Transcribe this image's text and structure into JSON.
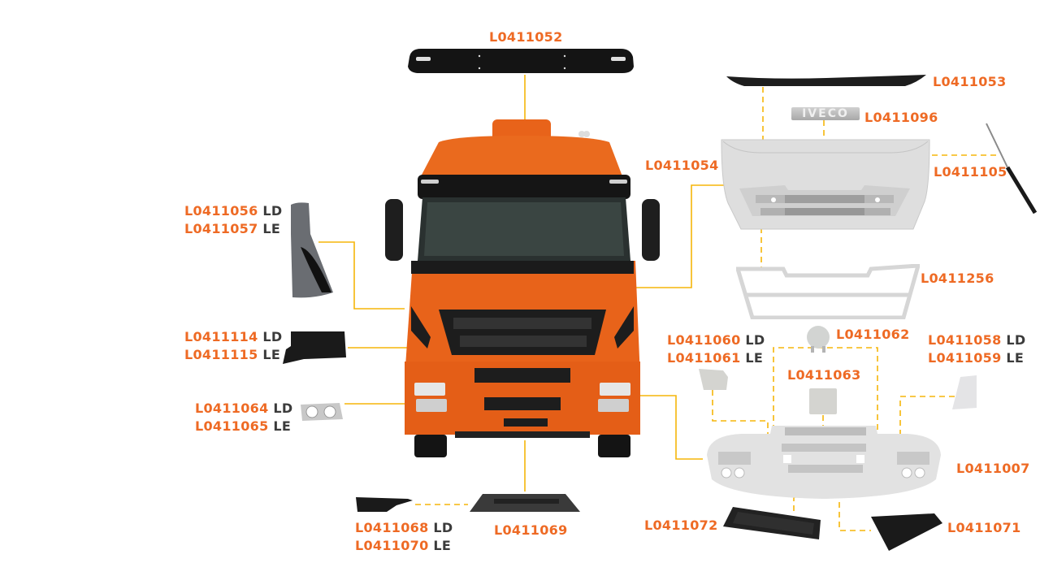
{
  "colors": {
    "part_code": "#ee6a24",
    "side_suffix": "#3b3b3b",
    "leader_line": "#f5b50a",
    "truck_orange": "#e8631a",
    "part_dark": "#1c1c1c",
    "part_light": "#dcdcdc"
  },
  "labels": {
    "sun_visor": {
      "code": "L0411052"
    },
    "upper_trim": {
      "code": "L0411053"
    },
    "emblem": {
      "code": "L0411096"
    },
    "gas_spring": {
      "code": "L0411105"
    },
    "front_panel": {
      "code": "L0411054"
    },
    "grille_frame": {
      "code": "L0411256"
    },
    "corner_deflector": {
      "code1": "L0411056",
      "side1": "LD",
      "code2": "L0411057",
      "side2": "LE"
    },
    "step_cover": {
      "code1": "L0411114",
      "side1": "LD",
      "code2": "L0411115",
      "side2": "LE"
    },
    "headlamp_bezel": {
      "code1": "L0411064",
      "side1": "LD",
      "code2": "L0411065",
      "side2": "LE"
    },
    "lower_spoiler_side": {
      "code1": "L0411068",
      "side1": "LD",
      "code2": "L0411070",
      "side2": "LE"
    },
    "lower_spoiler_center": {
      "code": "L0411069"
    },
    "bumper_cap_side": {
      "code1": "L0411060",
      "side1": "LD",
      "code2": "L0411061",
      "side2": "LE"
    },
    "tow_cap_round": {
      "code": "L0411062"
    },
    "tow_cap_square": {
      "code": "L0411063"
    },
    "bumper_end_cover": {
      "code1": "L0411058",
      "side1": "LD",
      "code2": "L0411059",
      "side2": "LE"
    },
    "bumper": {
      "code": "L0411007"
    },
    "step_plate_left": {
      "code": "L0411072"
    },
    "step_plate_right": {
      "code": "L0411071"
    }
  },
  "emblem_text": "IVECO"
}
